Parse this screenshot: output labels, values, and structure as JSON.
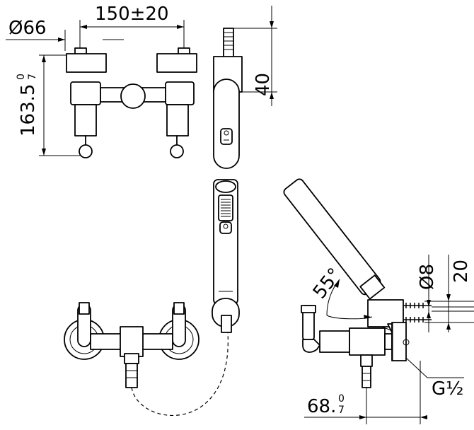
{
  "dimensions": {
    "diameter_66": "Ø66",
    "spacing": "150±20",
    "height_main": "163.5",
    "height_tol_upper": "0",
    "height_tol_lower": "7",
    "height_40": "40",
    "angle": "55°",
    "diameter_8": "Ø8",
    "length_20": "20",
    "thread": "G½",
    "depth_main": "68.",
    "depth_tol_upper": "0",
    "depth_tol_lower": "7"
  }
}
